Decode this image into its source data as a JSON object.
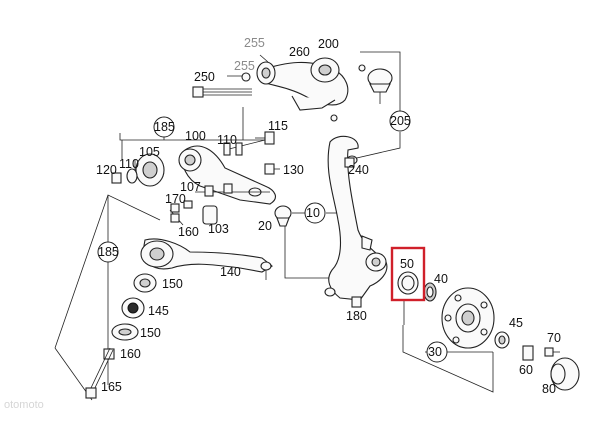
{
  "diagram": {
    "labels": {
      "l10": "10",
      "l20": "20",
      "l30": "30",
      "l40": "40",
      "l45": "45",
      "l50": "50",
      "l60": "60",
      "l70": "70",
      "l80": "80",
      "l100": "100",
      "l103": "103",
      "l105": "105",
      "l107": "107",
      "l110a": "110",
      "l110b": "110",
      "l115": "115",
      "l120": "120",
      "l130": "130",
      "l140": "140",
      "l145": "145",
      "l150a": "150",
      "l150b": "150",
      "l160a": "160",
      "l160b": "160",
      "l165": "165",
      "l170": "170",
      "l180": "180",
      "l185a": "185",
      "l185b": "185",
      "l200": "200",
      "l205": "205",
      "l240": "240",
      "l250": "250",
      "l255a": "255",
      "l255b": "255",
      "l260": "260"
    },
    "highlighted_part": "50",
    "highlight_color": "#d0202a",
    "watermark": "otomoto"
  }
}
